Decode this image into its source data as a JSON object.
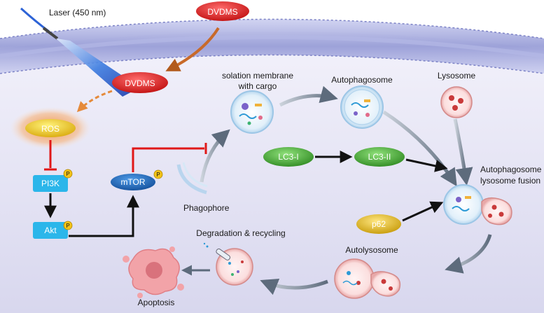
{
  "labels": {
    "laser": "Laser (450 nm)",
    "dvdms_top": "DVDMS",
    "dvdms_mid": "DVDMS",
    "ros": "ROS",
    "pi3k": "PI3K",
    "akt": "Akt",
    "mtor": "mTOR",
    "p_badge": "P",
    "isolation_line1": "solation membrane",
    "isolation_line2": "with cargo",
    "autophagosome": "Autophagosome",
    "lysosome": "Lysosome",
    "lc3_1": "LC3-I",
    "lc3_2": "LC3-II",
    "fusion_line1": "Autophagosome  &",
    "fusion_line2": "lysosome fusion",
    "phagophore": "Phagophore",
    "p62": "p62",
    "autolysosome": "Autolysosome",
    "degradation": "Degradation & recycling",
    "apoptosis": "Apoptosis"
  },
  "colors": {
    "dvdms": "#d81f1f",
    "ros": "#e8c21a",
    "ros_glow": "#f08a3c",
    "kinase": "#2bb6ea",
    "mtor": "#1f6fc4",
    "lc3": "#4caf3a",
    "p62": "#d7b21c",
    "inhibit": "#e01818",
    "arrow_dark": "#111111",
    "membrane": "#9aa1d8"
  }
}
